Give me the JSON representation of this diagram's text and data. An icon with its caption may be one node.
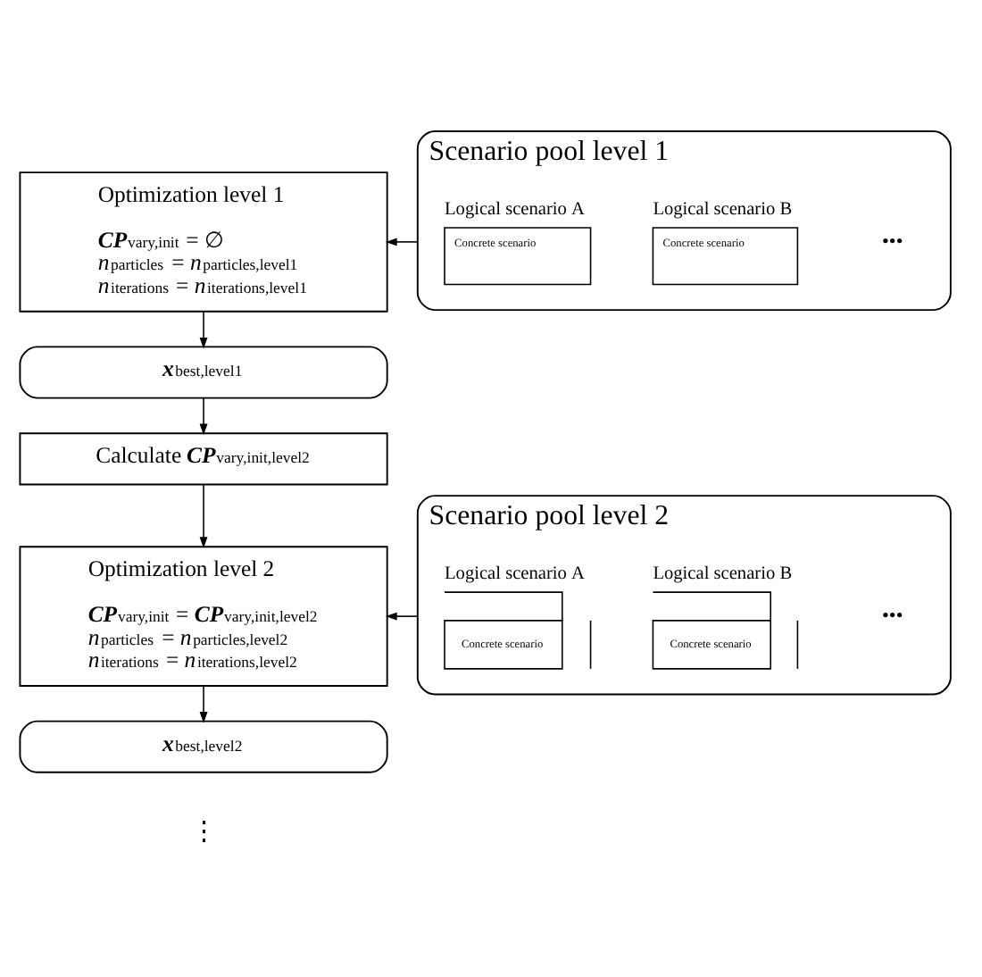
{
  "diagram": {
    "nodes": [
      {
        "text": [
          "Optimization level 1",
          "**CP**$_{vary,init}$ = ∅",
          "*n*$_{particles}$ = *n*$_{particles,level1}$",
          "*n*$_{iterations}$ = *n*$_{iterations,level1}$"
        ]
      },
      {
        "text": [
          "Scenario pool level 1"
        ]
      },
      {
        "text": [
          "Logical scenario A",
          "Concrete scenario"
        ],
        "in": 1
      },
      {
        "text": [
          "Logical scenario B",
          "Concrete scenario"
        ],
        "in": 1
      },
      {
        "text": [
          "**x**$_{best,level1}$"
        ]
      },
      {
        "text": [
          "Calculate **CP**$_{vary,init,level2}$"
        ]
      },
      {
        "text": [
          "Optimization level 2",
          "**CP**$_{vary,init}$ = **CP**$_{vary,init,level2}$",
          "*n*$_{particles}$ = *n*$_{particles,level2}$",
          "*n*$_{iterations}$ = *n*$_{iterations,level2}$"
        ]
      },
      {
        "text": [
          "Scenario pool level 2"
        ]
      },
      {
        "text": [
          "Logical scenario A",
          "Concrete scenario"
        ],
        "in": 7
      },
      {
        "text": [
          "Logical scenario B",
          "Concrete scenario"
        ],
        "in": 7
      },
      {
        "text": [
          "**x**$_{best,level2}$"
        ]
      }
    ],
    "edges": [
      {
        "from": 1,
        "to": 0,
        "arrow": "to"
      },
      {
        "from": 0,
        "to": 4,
        "arrow": "to"
      },
      {
        "from": 4,
        "to": 5,
        "arrow": "to"
      },
      {
        "from": 5,
        "to": 6,
        "arrow": "to"
      },
      {
        "from": 7,
        "to": 6,
        "arrow": "to"
      },
      {
        "from": 6,
        "to": 10,
        "arrow": "to"
      }
    ],
    "labels": [
      "•••",
      "•••",
      "⋮"
    ]
  }
}
